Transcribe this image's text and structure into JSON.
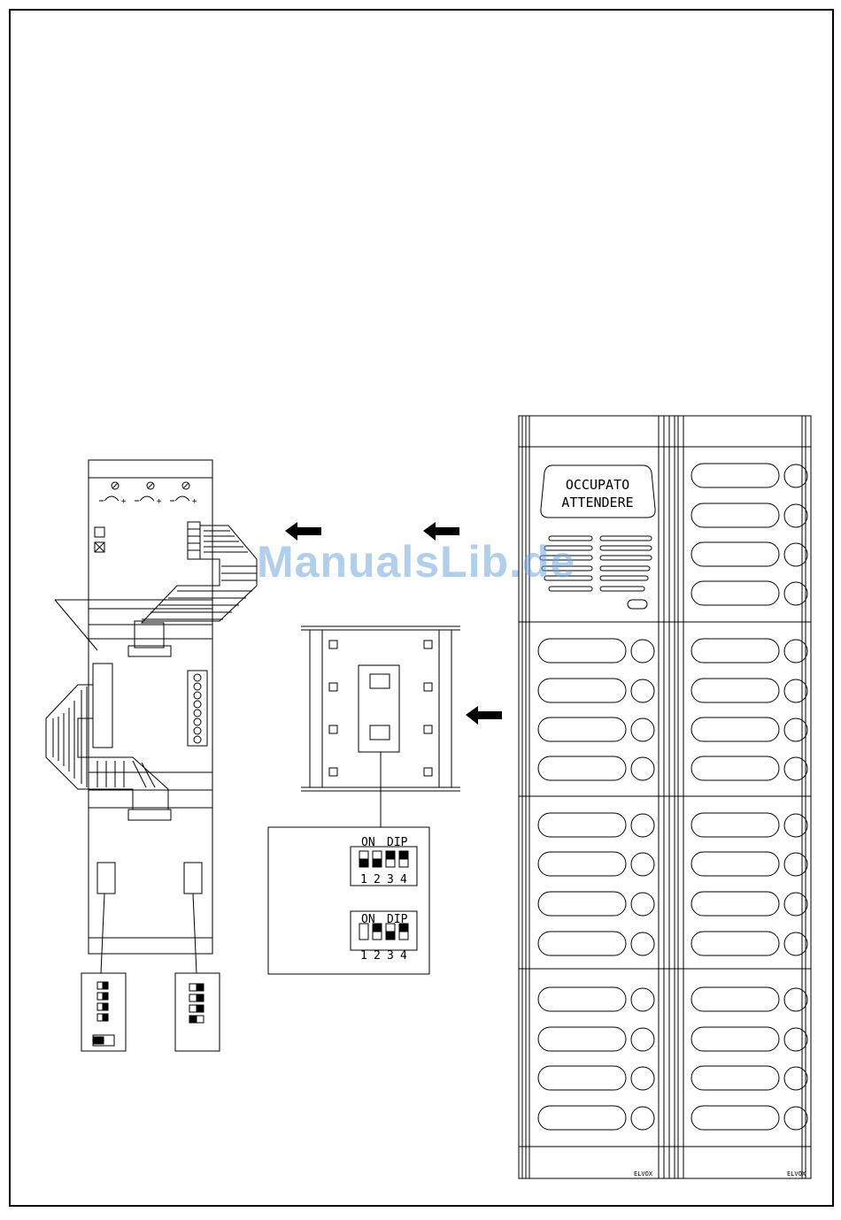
{
  "panel": {
    "display_line1": "OCCUPATO",
    "display_line2": "ATTENDERE",
    "brand_left": "ELVOX",
    "brand_right": "ELVOX"
  },
  "dip": {
    "on_label": "ON",
    "dip_label": "DIP",
    "numbers": [
      "1",
      "2",
      "3",
      "4"
    ]
  },
  "watermark": "ManualsLib.de",
  "colors": {
    "line": "#000000",
    "watermark": "#6fa8e0",
    "background": "#ffffff"
  }
}
